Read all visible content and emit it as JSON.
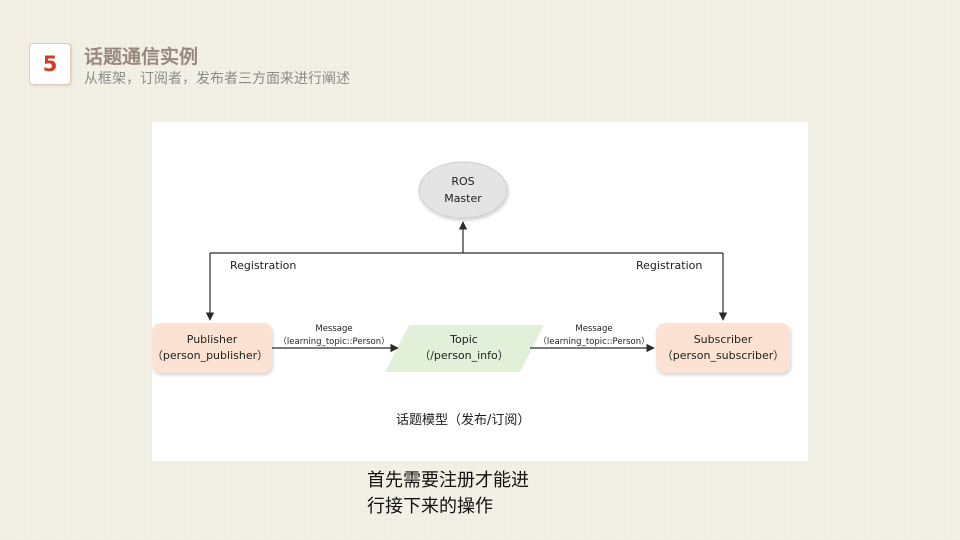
{
  "section": {
    "number": "5",
    "title": "话题通信实例",
    "subtitle": "从框架，订阅者，发布者三方面来进行阐述"
  },
  "diagram": {
    "master": {
      "line1": "ROS",
      "line2": "Master"
    },
    "registration_left": "Registration",
    "registration_right": "Registration",
    "publisher": {
      "name": "Publisher",
      "node": "（person_publisher）"
    },
    "topic": {
      "name": "Topic",
      "path": "（/person_info）"
    },
    "subscriber": {
      "name": "Subscriber",
      "node": "（person_subscriber）"
    },
    "message_left": {
      "label": "Message",
      "type": "（learning_topic::Person）"
    },
    "message_right": {
      "label": "Message",
      "type": "（learning_topic::Person）"
    },
    "caption": "话题模型（发布/订阅）",
    "colors": {
      "master_fill": "#e4e4e4",
      "node_fill": "#fbe2d2",
      "topic_fill": "#e2f0d9",
      "line": "#2a2a2a"
    }
  },
  "note": {
    "line1": "首先需要注册才能进",
    "line2": "行接下来的操作"
  }
}
